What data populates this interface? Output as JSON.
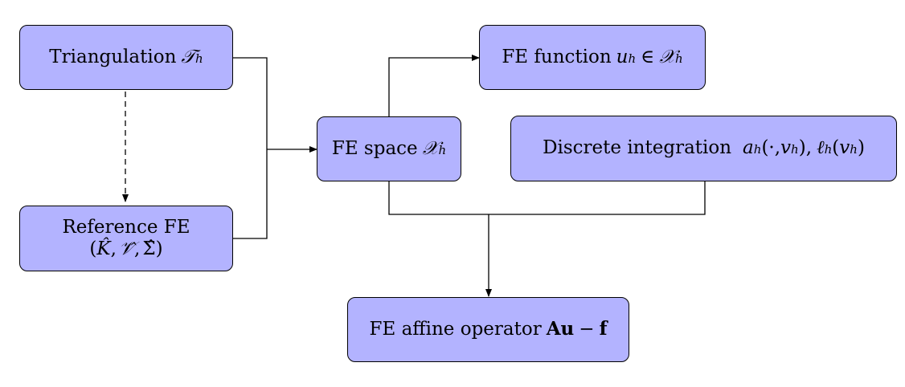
{
  "nodes": {
    "triangulation": {
      "label": "Triangulation",
      "symbol": "𝒯",
      "subscript": "h"
    },
    "reference_fe": {
      "line1": "Reference FE",
      "line2_prefix": "(",
      "symbol_k": "K̂",
      "comma1": ",",
      "symbol_v": "𝒱̂",
      "comma2": ",",
      "symbol_sigma": "Σ̂",
      "line2_suffix": ")"
    },
    "fe_space": {
      "label": "FE space",
      "symbol": "𝒳",
      "subscript": "h"
    },
    "fe_function": {
      "label": "FE function",
      "var": "u",
      "var_subscript": "h",
      "in_symbol": "∈",
      "space_symbol": "𝒳",
      "space_subscript": "h"
    },
    "discrete_integration": {
      "label": "Discrete integration",
      "a_symbol": "a",
      "a_subscript": "h",
      "a_args_open": "(·, ",
      "a_arg_v": "v",
      "a_arg_v_subscript": "h",
      "a_args_close": "),",
      "l_symbol": "ℓ",
      "l_subscript": "h",
      "l_args_open": "(",
      "l_arg_v": "v",
      "l_arg_v_subscript": "h",
      "l_args_close": ")"
    },
    "affine_operator": {
      "label": "FE affine operator",
      "matrix": "Au",
      "minus": "−",
      "vector": "f"
    }
  }
}
